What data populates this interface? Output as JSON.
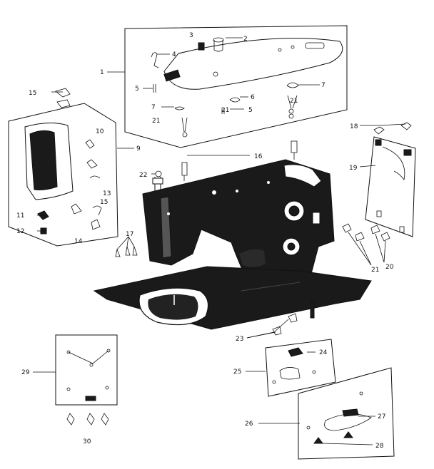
{
  "callouts": {
    "c1": "1",
    "c2": "2",
    "c3": "3",
    "c4": "4",
    "c5a": "5",
    "c5b": "5",
    "c6": "6",
    "c7a": "7",
    "c7b": "7",
    "c9": "9",
    "c10": "10",
    "c11": "11",
    "c12": "12",
    "c13": "13",
    "c14": "14",
    "c15a": "15",
    "c15b": "15",
    "c16": "16",
    "c17": "17",
    "c18": "18",
    "c19": "19",
    "c20": "20",
    "c21a": "21",
    "c21b": "21",
    "c21c": "21",
    "c21d": "21",
    "c22": "22",
    "c23": "23",
    "c24": "24",
    "c25": "25",
    "c26": "26",
    "c27": "27",
    "c28": "28",
    "c29": "29",
    "c30": "30"
  }
}
